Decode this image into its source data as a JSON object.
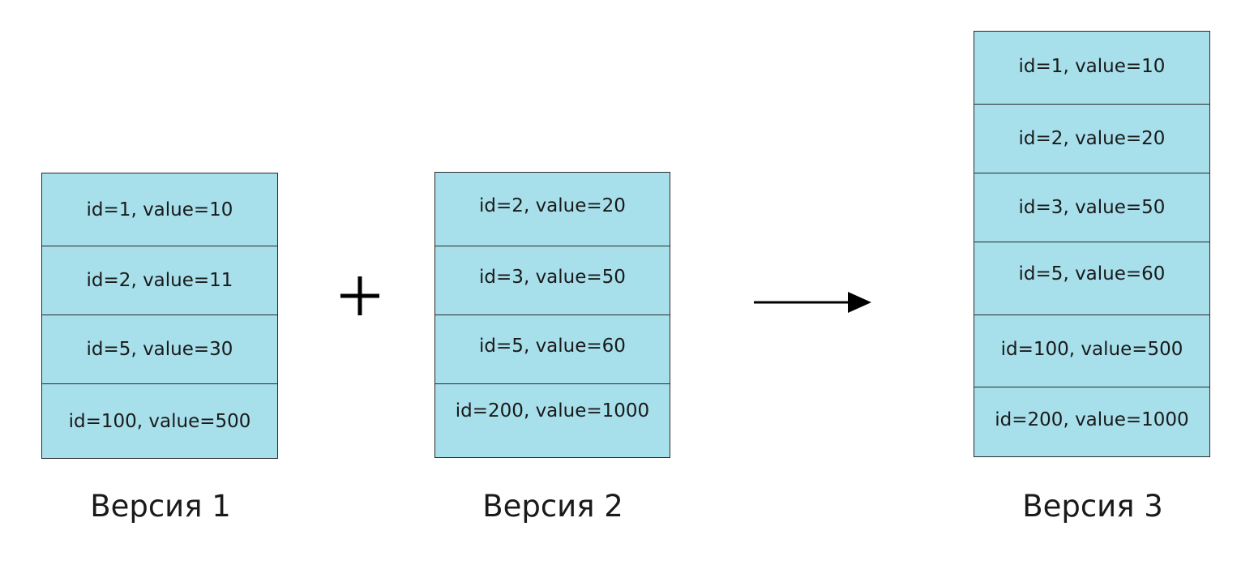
{
  "versions": [
    {
      "caption": "Версия 1",
      "rows": [
        "id=1, value=10",
        "id=2, value=11",
        "id=5, value=30",
        "id=100, value=500"
      ]
    },
    {
      "caption": "Версия 2",
      "rows": [
        "id=2, value=20",
        "id=3, value=50",
        "id=5, value=60",
        "id=200, value=1000"
      ]
    },
    {
      "caption": "Версия 3",
      "rows": [
        "id=1, value=10",
        "id=2, value=20",
        "id=3, value=50",
        "id=5, value=60",
        "id=100, value=500",
        "id=200, value=1000"
      ]
    }
  ],
  "operators": {
    "plus": "plus-icon",
    "arrow": "arrow-right-icon"
  },
  "colors": {
    "cell_fill": "#a7dfeb",
    "cell_border": "#2b2b2b",
    "text": "#1a1a1a"
  }
}
